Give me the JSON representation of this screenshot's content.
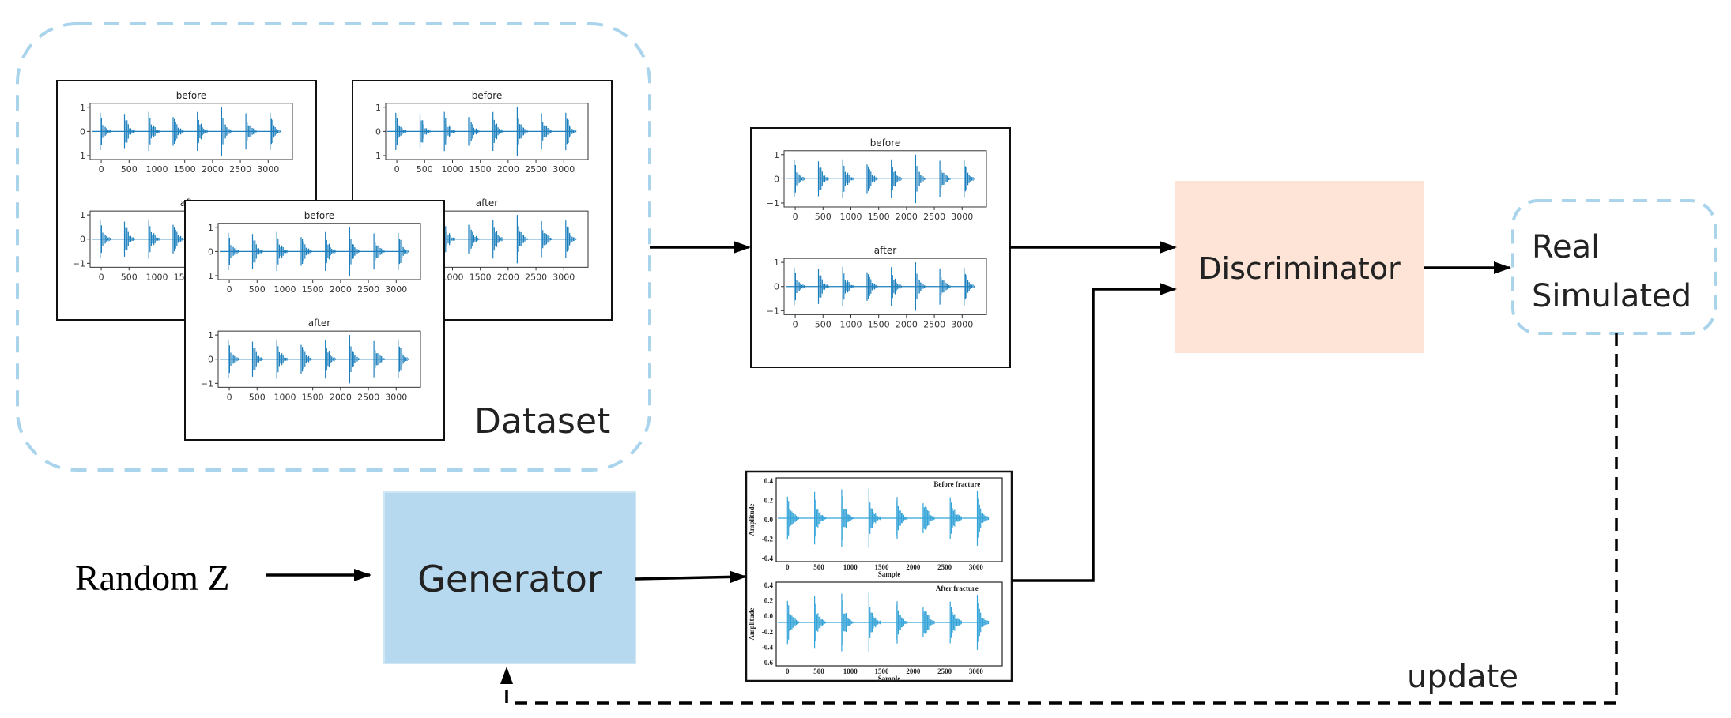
{
  "labels": {
    "dataset": "Dataset",
    "discriminator": "Discriminator",
    "real": "Real",
    "simulated": "Simulated",
    "random_z": "Random Z",
    "generator": "Generator",
    "update": "update"
  },
  "plot_labels": {
    "before": "before",
    "after": "after",
    "x_ticks": [
      "0",
      "500",
      "1000",
      "1500",
      "2000",
      "2500",
      "3000"
    ],
    "y_ticks": [
      "1",
      "0",
      "−1"
    ]
  },
  "generated_plot_labels": {
    "before_title": "Before fracture",
    "after_title": "After fracture",
    "ylabel": "Amplitude",
    "xlabel": "Sample",
    "x_ticks": [
      "0",
      "500",
      "1000",
      "1500",
      "2000",
      "2500",
      "3000"
    ],
    "y_ticks_top": [
      "0.4",
      "0.2",
      "0.0",
      "-0.2",
      "-0.4"
    ],
    "y_ticks_bottom": [
      "0.4",
      "0.2",
      "0.0",
      "-0.2",
      "-0.4",
      "-0.6"
    ]
  },
  "colors": {
    "dashed_border": "#a9d4ec",
    "discriminator_fill": "#fde4d6",
    "generator_fill": "#b6d9f0",
    "signal": "#1c7fbd",
    "signal_light": "#35a4d8"
  }
}
